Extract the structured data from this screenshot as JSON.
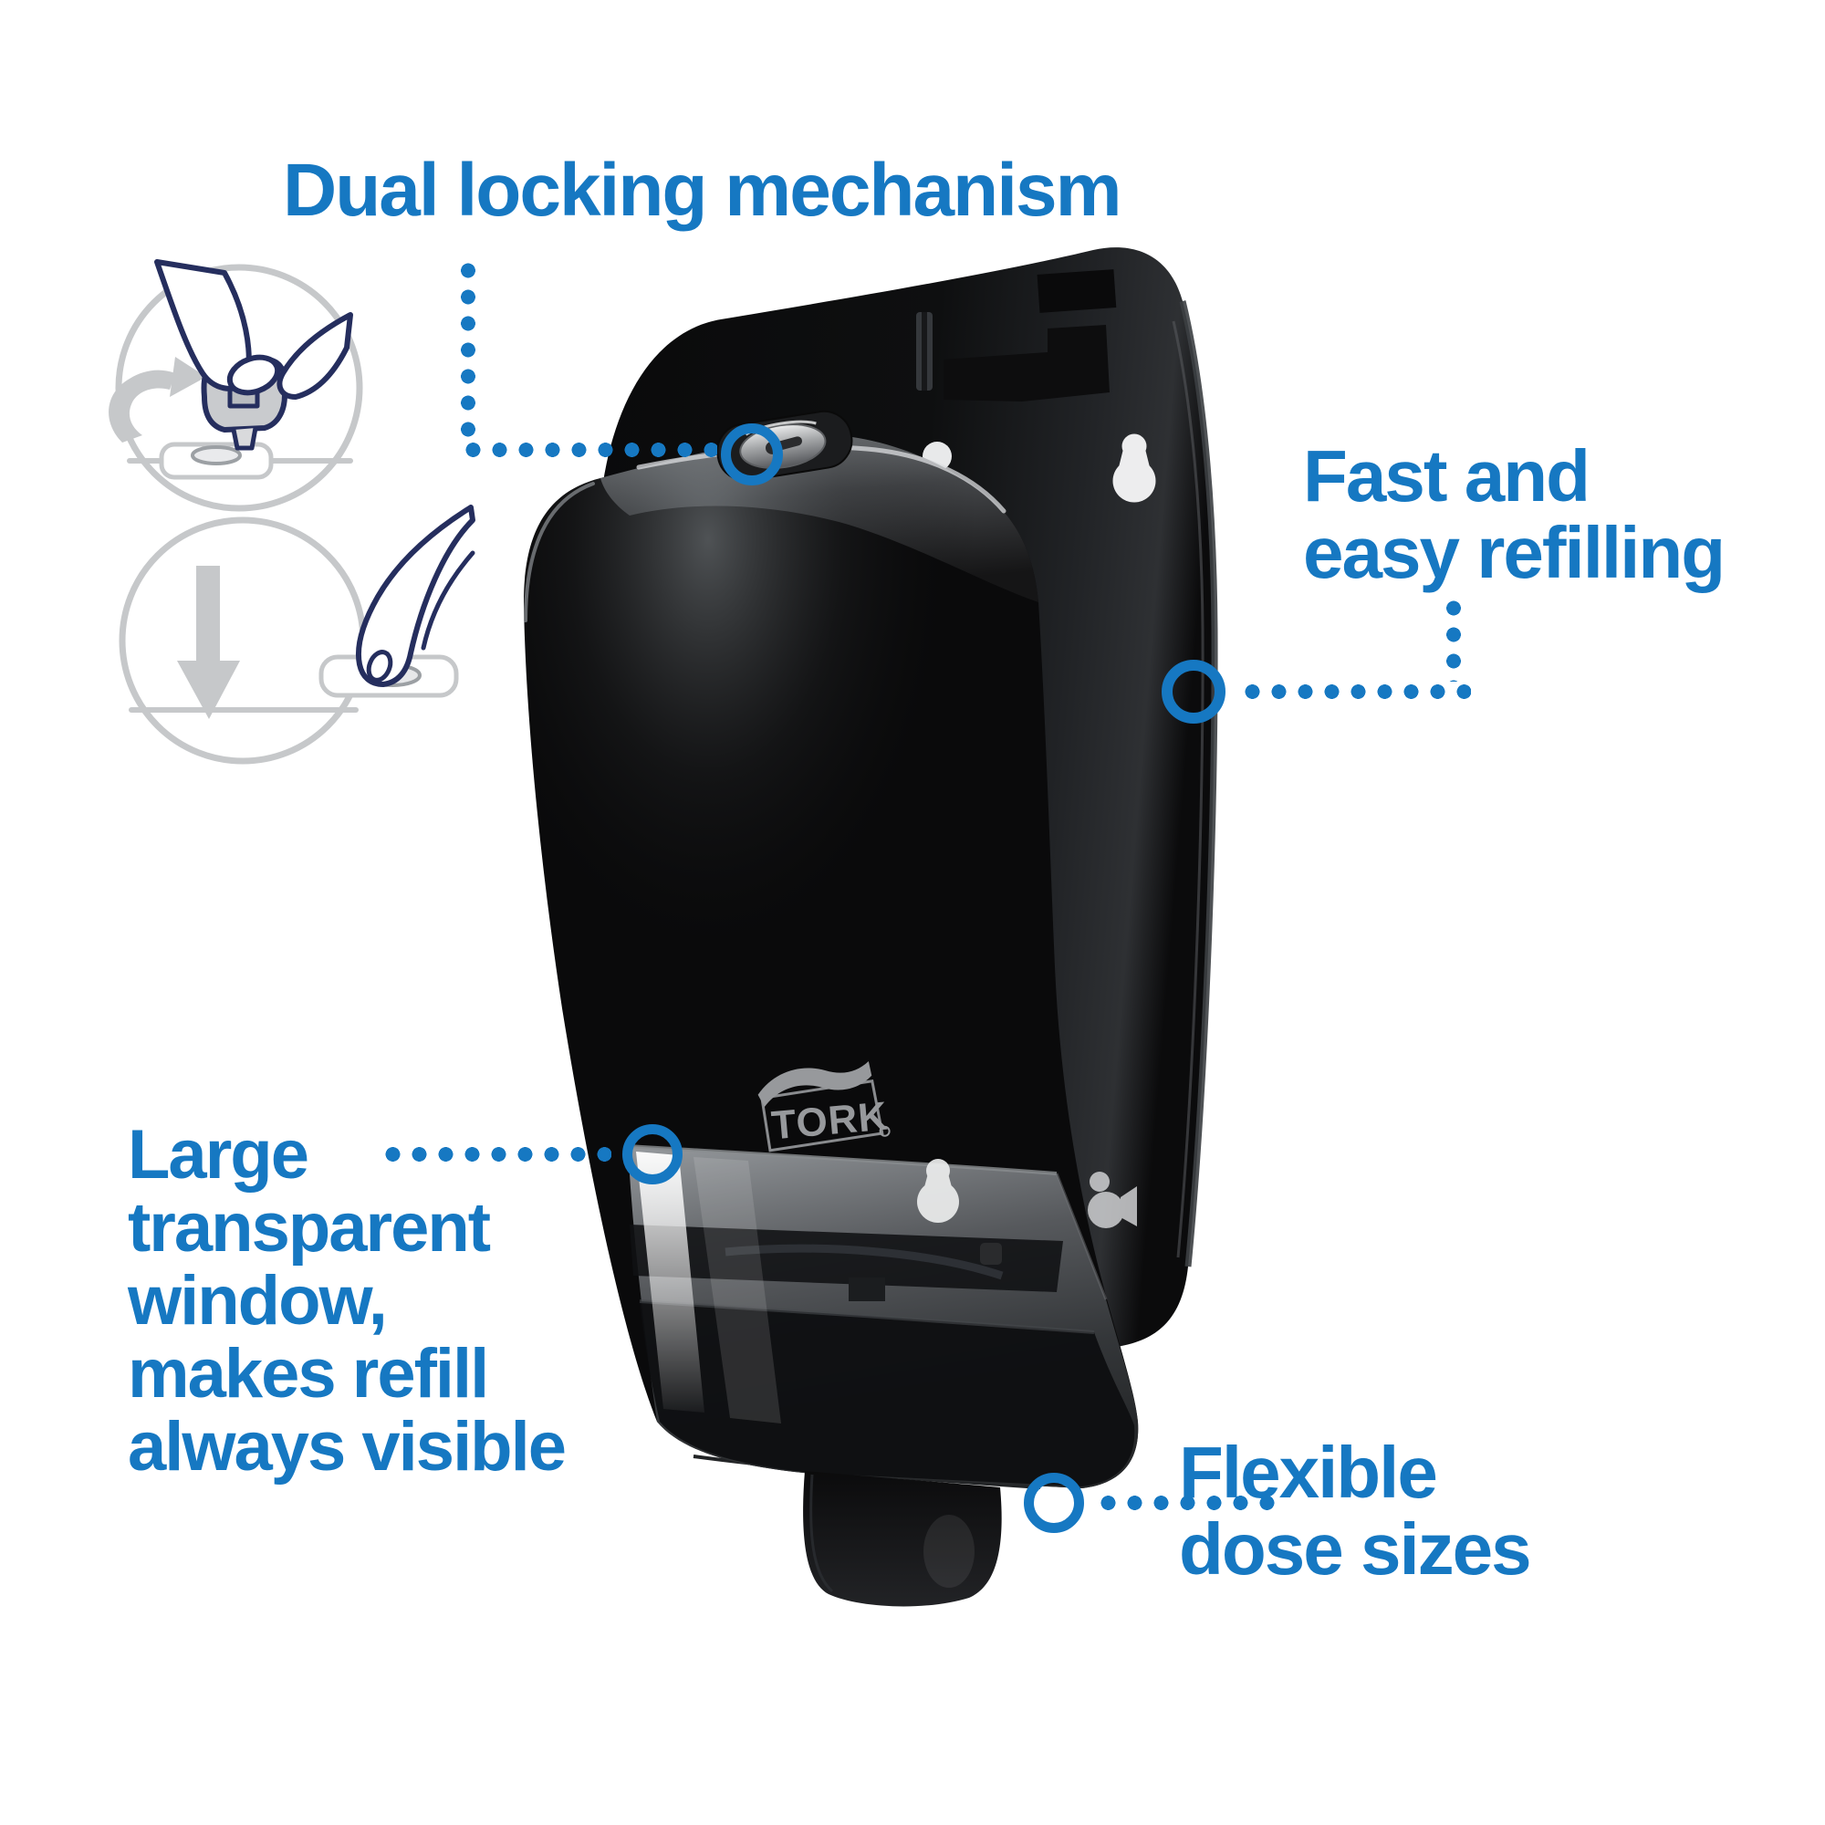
{
  "page": {
    "background": "#ffffff"
  },
  "colors": {
    "accent_blue": "#1678c2",
    "illustration_navy": "#252e5e",
    "illustration_gray": "#c6c8ca",
    "logo_gray": "#97999c",
    "product_black": "#0a0a0b"
  },
  "product": {
    "brand_logo": "TORK"
  },
  "callouts": [
    {
      "id": "dual-locking",
      "text": "Dual locking mechanism"
    },
    {
      "id": "fast-refilling",
      "text": "Fast and\neasy refilling"
    },
    {
      "id": "large-window",
      "text": "Large\ntransparent\nwindow,\nmakes refill\nalways visible"
    },
    {
      "id": "flexible-dose",
      "text": "Flexible\ndose sizes"
    }
  ]
}
